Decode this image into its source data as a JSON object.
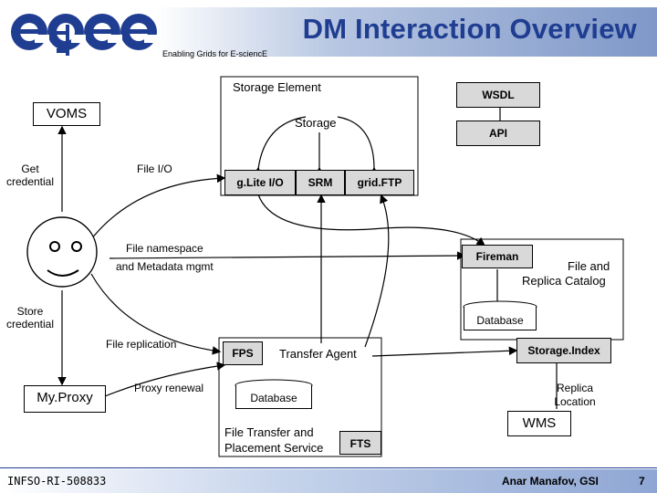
{
  "header": {
    "title": "DM Interaction Overview",
    "tagline": "Enabling Grids for E-sciencE",
    "logo_text": "egee"
  },
  "footer": {
    "project_id": "INFSO-RI-508833",
    "author": "Anar Manafov, GSI",
    "page_number": "7"
  },
  "diagram": {
    "voms": "VOMS",
    "get_credential": "Get credential",
    "store_credential": "Store credential",
    "myproxy": "My.Proxy",
    "storage_element": "Storage Element",
    "storage": "Storage",
    "glite_io": "g.Lite I/O",
    "srm": "SRM",
    "gridftp": "grid.FTP",
    "wsdl": "WSDL",
    "api": "API",
    "file_io": "File I/O",
    "file_namespace": "File namespace",
    "metadata_mgmt": "and Metadata mgmt",
    "fireman": "Fireman",
    "file_and": "File and",
    "replica_catalog": "Replica Catalog",
    "database_top": "Database",
    "file_replication": "File replication",
    "fps": "FPS",
    "transfer_agent": "Transfer Agent",
    "database_bottom": "Database",
    "storage_index": "Storage.Index",
    "proxy_renewal": "Proxy renewal",
    "replica_location": "Replica Location",
    "wms": "WMS",
    "fts_line1": "File Transfer and",
    "fts_line2": "Placement Service",
    "fts": "FTS"
  },
  "colors": {
    "title_blue": "#1f3d91",
    "box_gray": "#d9d9d9",
    "box_blue": "#a8bde4"
  }
}
